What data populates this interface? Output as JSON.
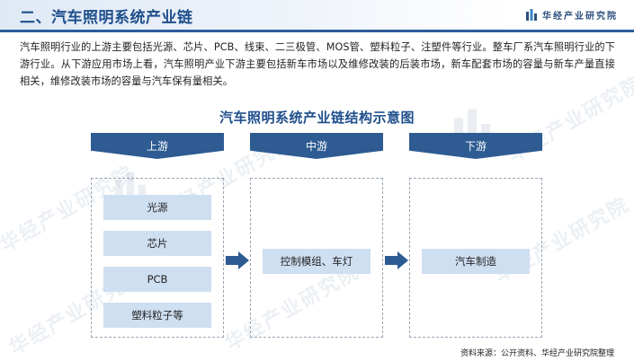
{
  "header": {
    "title": "二、汽车照明系统产业链",
    "brand": "华经产业研究院",
    "brand_icon": "bar-chart-icon"
  },
  "intro": "汽车照明行业的上游主要包括光源、芯片、PCB、线束、二三极管、MOS管、塑料粒子、注塑件等行业。整车厂系汽车照明行业的下游行业。从下游应用市场上看，汽车照明产业下游主要包括新车市场以及维修改装的后装市场，新车配套市场的容量与新车产量直接相关，维修改装市场的容量与汽车保有量相关。",
  "diagram": {
    "title": "汽车照明系统产业链结构示意图",
    "stages": [
      {
        "name": "上游",
        "items": [
          "光源",
          "芯片",
          "PCB",
          "塑料粒子等"
        ]
      },
      {
        "name": "中游",
        "items": [
          "控制模组、车灯"
        ]
      },
      {
        "name": "下游",
        "items": [
          "汽车制造"
        ]
      }
    ]
  },
  "watermark": "华经产业研究院",
  "source": "资料来源：公开资料、华经产业研究院整理",
  "colors": {
    "title_blue": "#1f4f8c",
    "stage_header": "#2d5b92",
    "item_fill": "#cfdff2",
    "arrow": "#2d5b92"
  }
}
